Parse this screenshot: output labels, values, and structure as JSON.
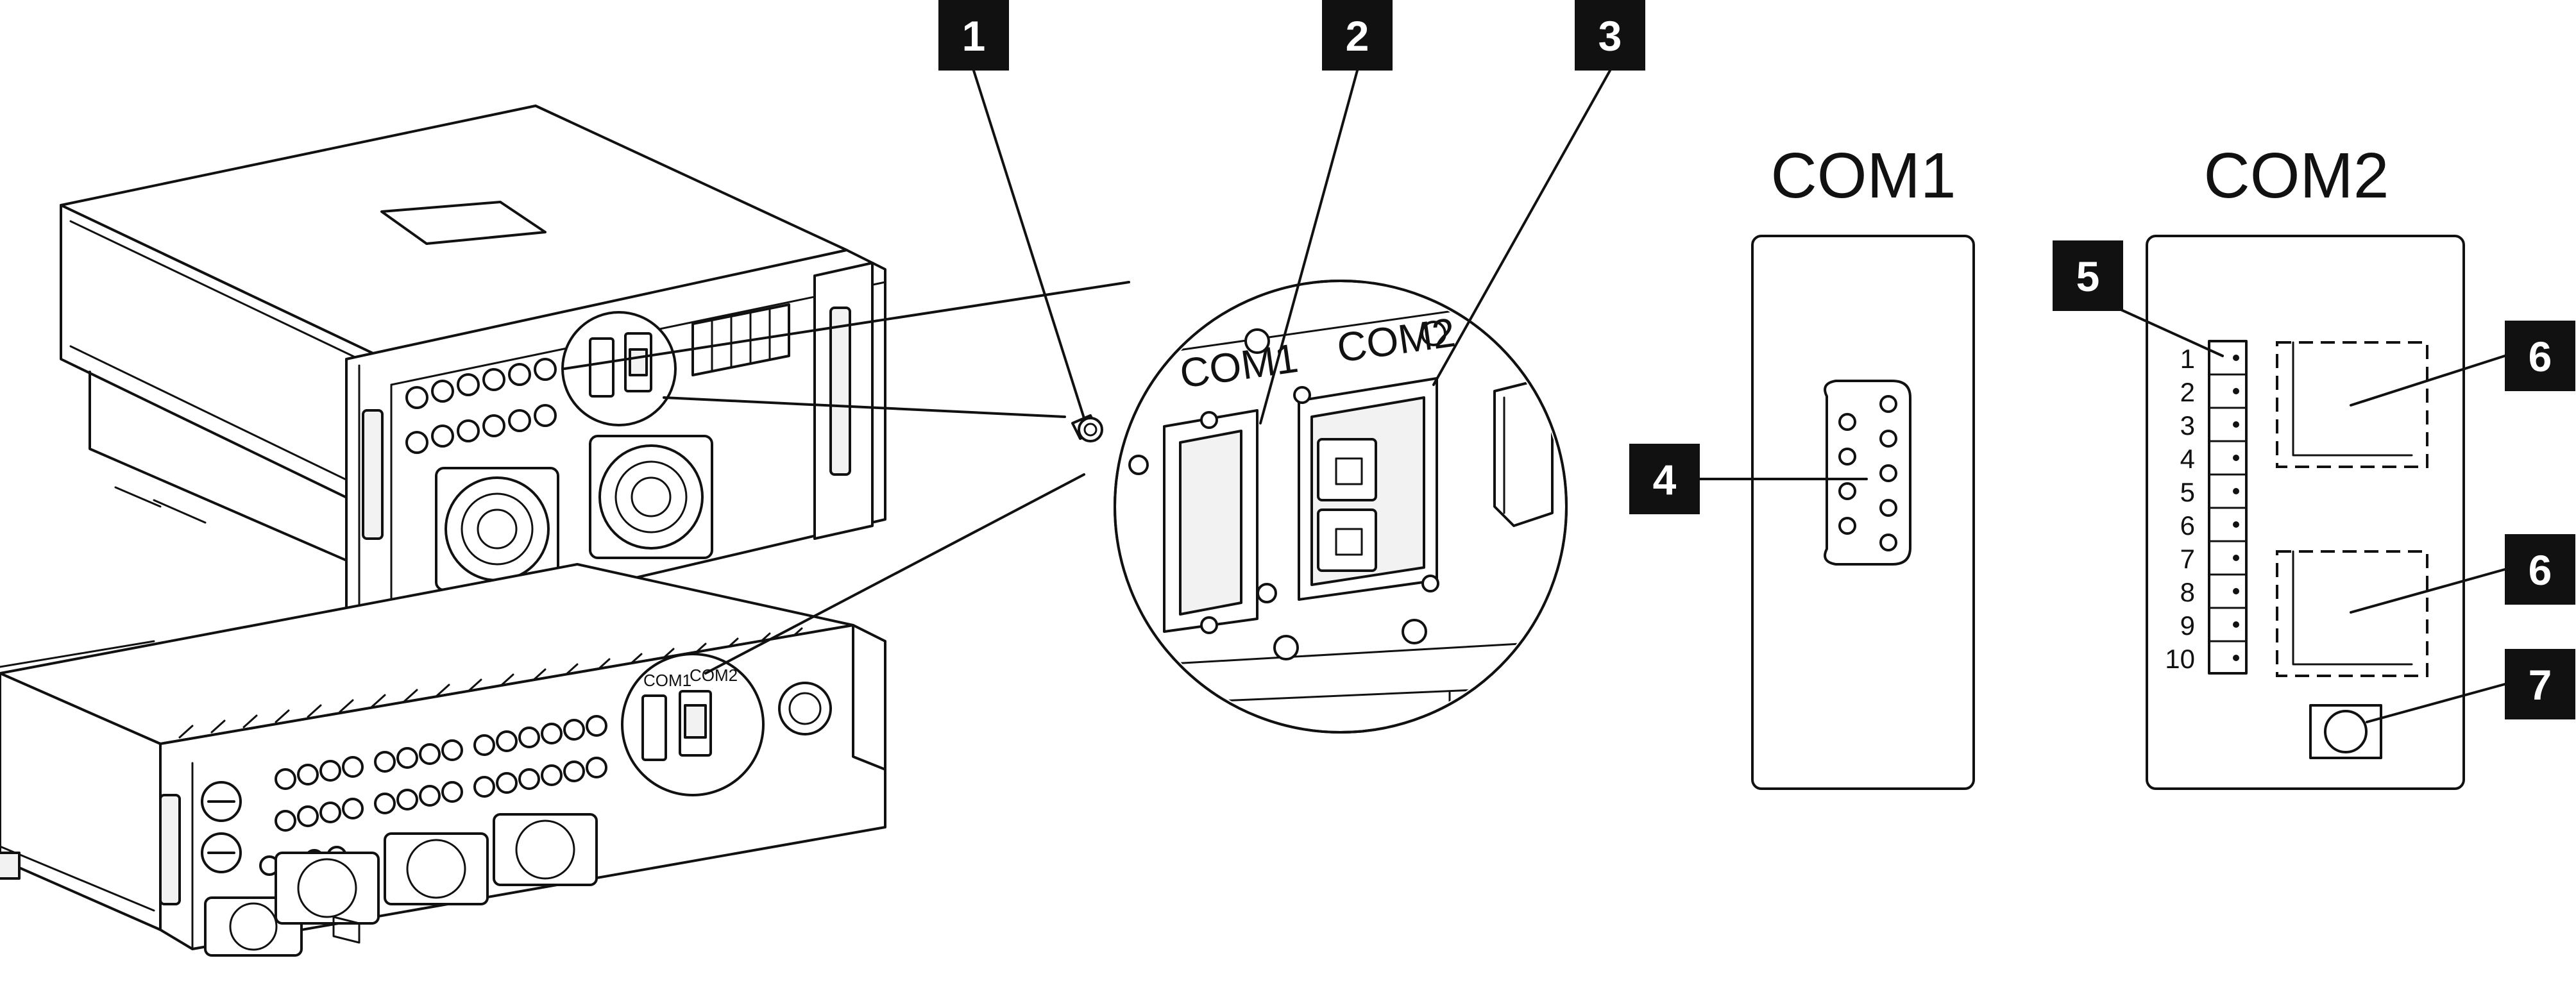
{
  "callouts": [
    "1",
    "2",
    "3",
    "4",
    "5",
    "6",
    "6",
    "7"
  ],
  "panels": {
    "com1_title": "COM1",
    "com2_title": "COM2"
  },
  "zoom_labels": {
    "com1": "COM1",
    "com2": "COM2"
  },
  "small_labels": {
    "com1": "COM1",
    "com2": "COM2"
  },
  "terminal_pins": [
    "1",
    "2",
    "3",
    "4",
    "5",
    "6",
    "7",
    "8",
    "9",
    "10"
  ]
}
